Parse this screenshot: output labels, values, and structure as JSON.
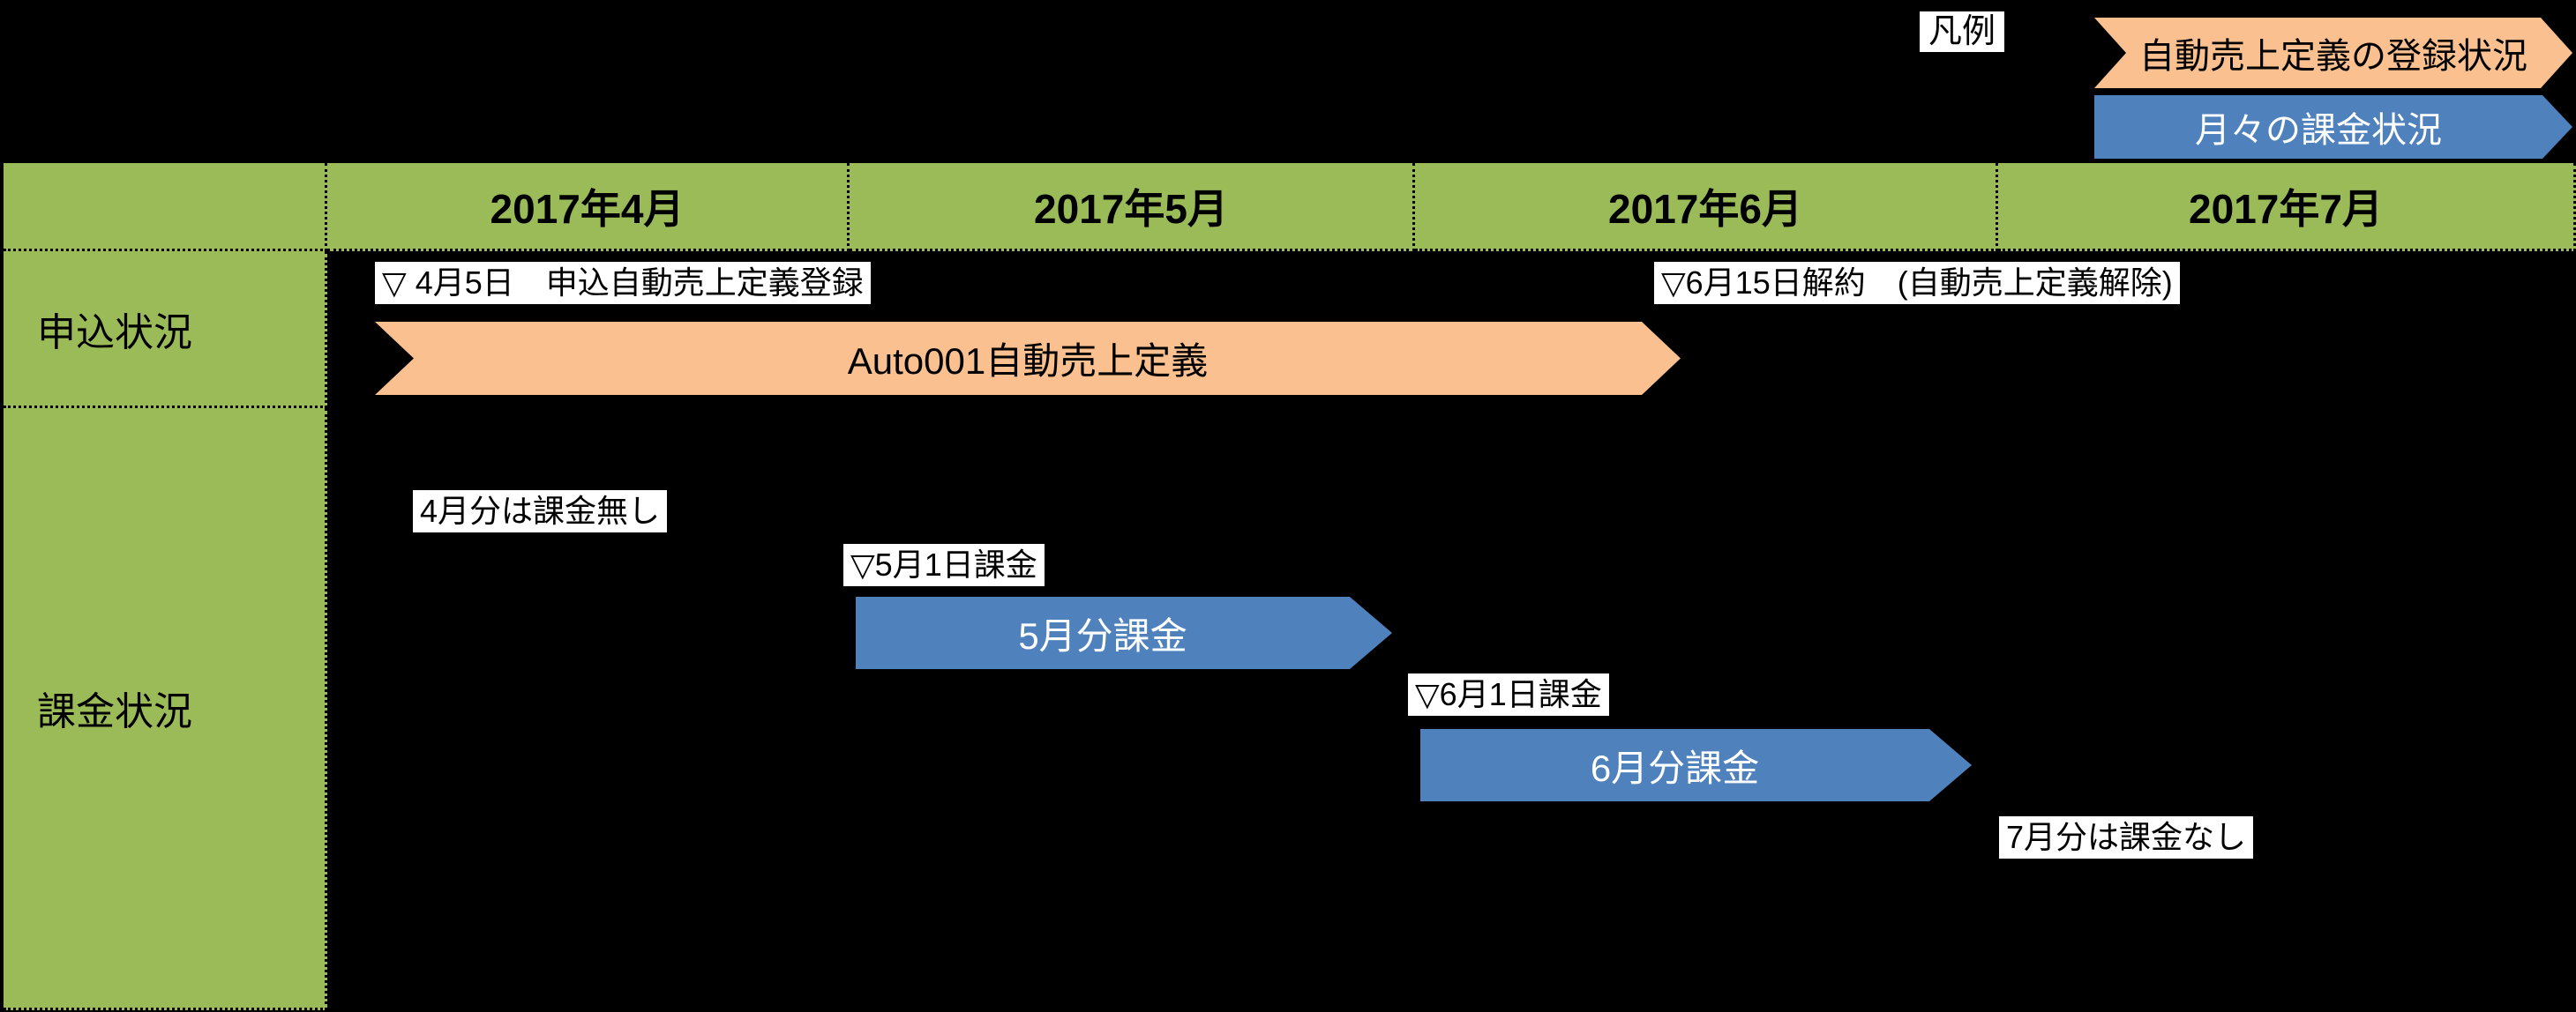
{
  "colors": {
    "background": "#000000",
    "table_green": "#9BBB59",
    "registration_orange": "#FAC090",
    "billing_blue": "#4F81BD",
    "note_background": "#FFFFFF",
    "text_dark": "#000000",
    "text_light": "#FFFFFF"
  },
  "legend": {
    "title": "凡例",
    "items": [
      {
        "label": "自動売上定義の登録状況",
        "color": "#FAC090",
        "shape": "chevron"
      },
      {
        "label": "月々の課金状況",
        "color": "#4F81BD",
        "shape": "pentagon"
      }
    ]
  },
  "table": {
    "corner": "",
    "months": [
      "2017年4月",
      "2017年5月",
      "2017年6月",
      "2017年7月"
    ],
    "row_labels": [
      "申込状況",
      "課金状況"
    ]
  },
  "application_row": {
    "register_marker": "▽ 4月5日　申込自動売上定義登録",
    "definition_bar": "Auto001自動売上定義",
    "cancel_marker": "▽6月15日解約　(自動売上定義解除)"
  },
  "billing_row": {
    "april_note": "4月分は課金無し",
    "may_marker": "▽5月1日課金",
    "may_bar": "5月分課金",
    "june_marker": "▽6月1日課金",
    "june_bar": "6月分課金",
    "july_note": "7月分は課金なし"
  }
}
